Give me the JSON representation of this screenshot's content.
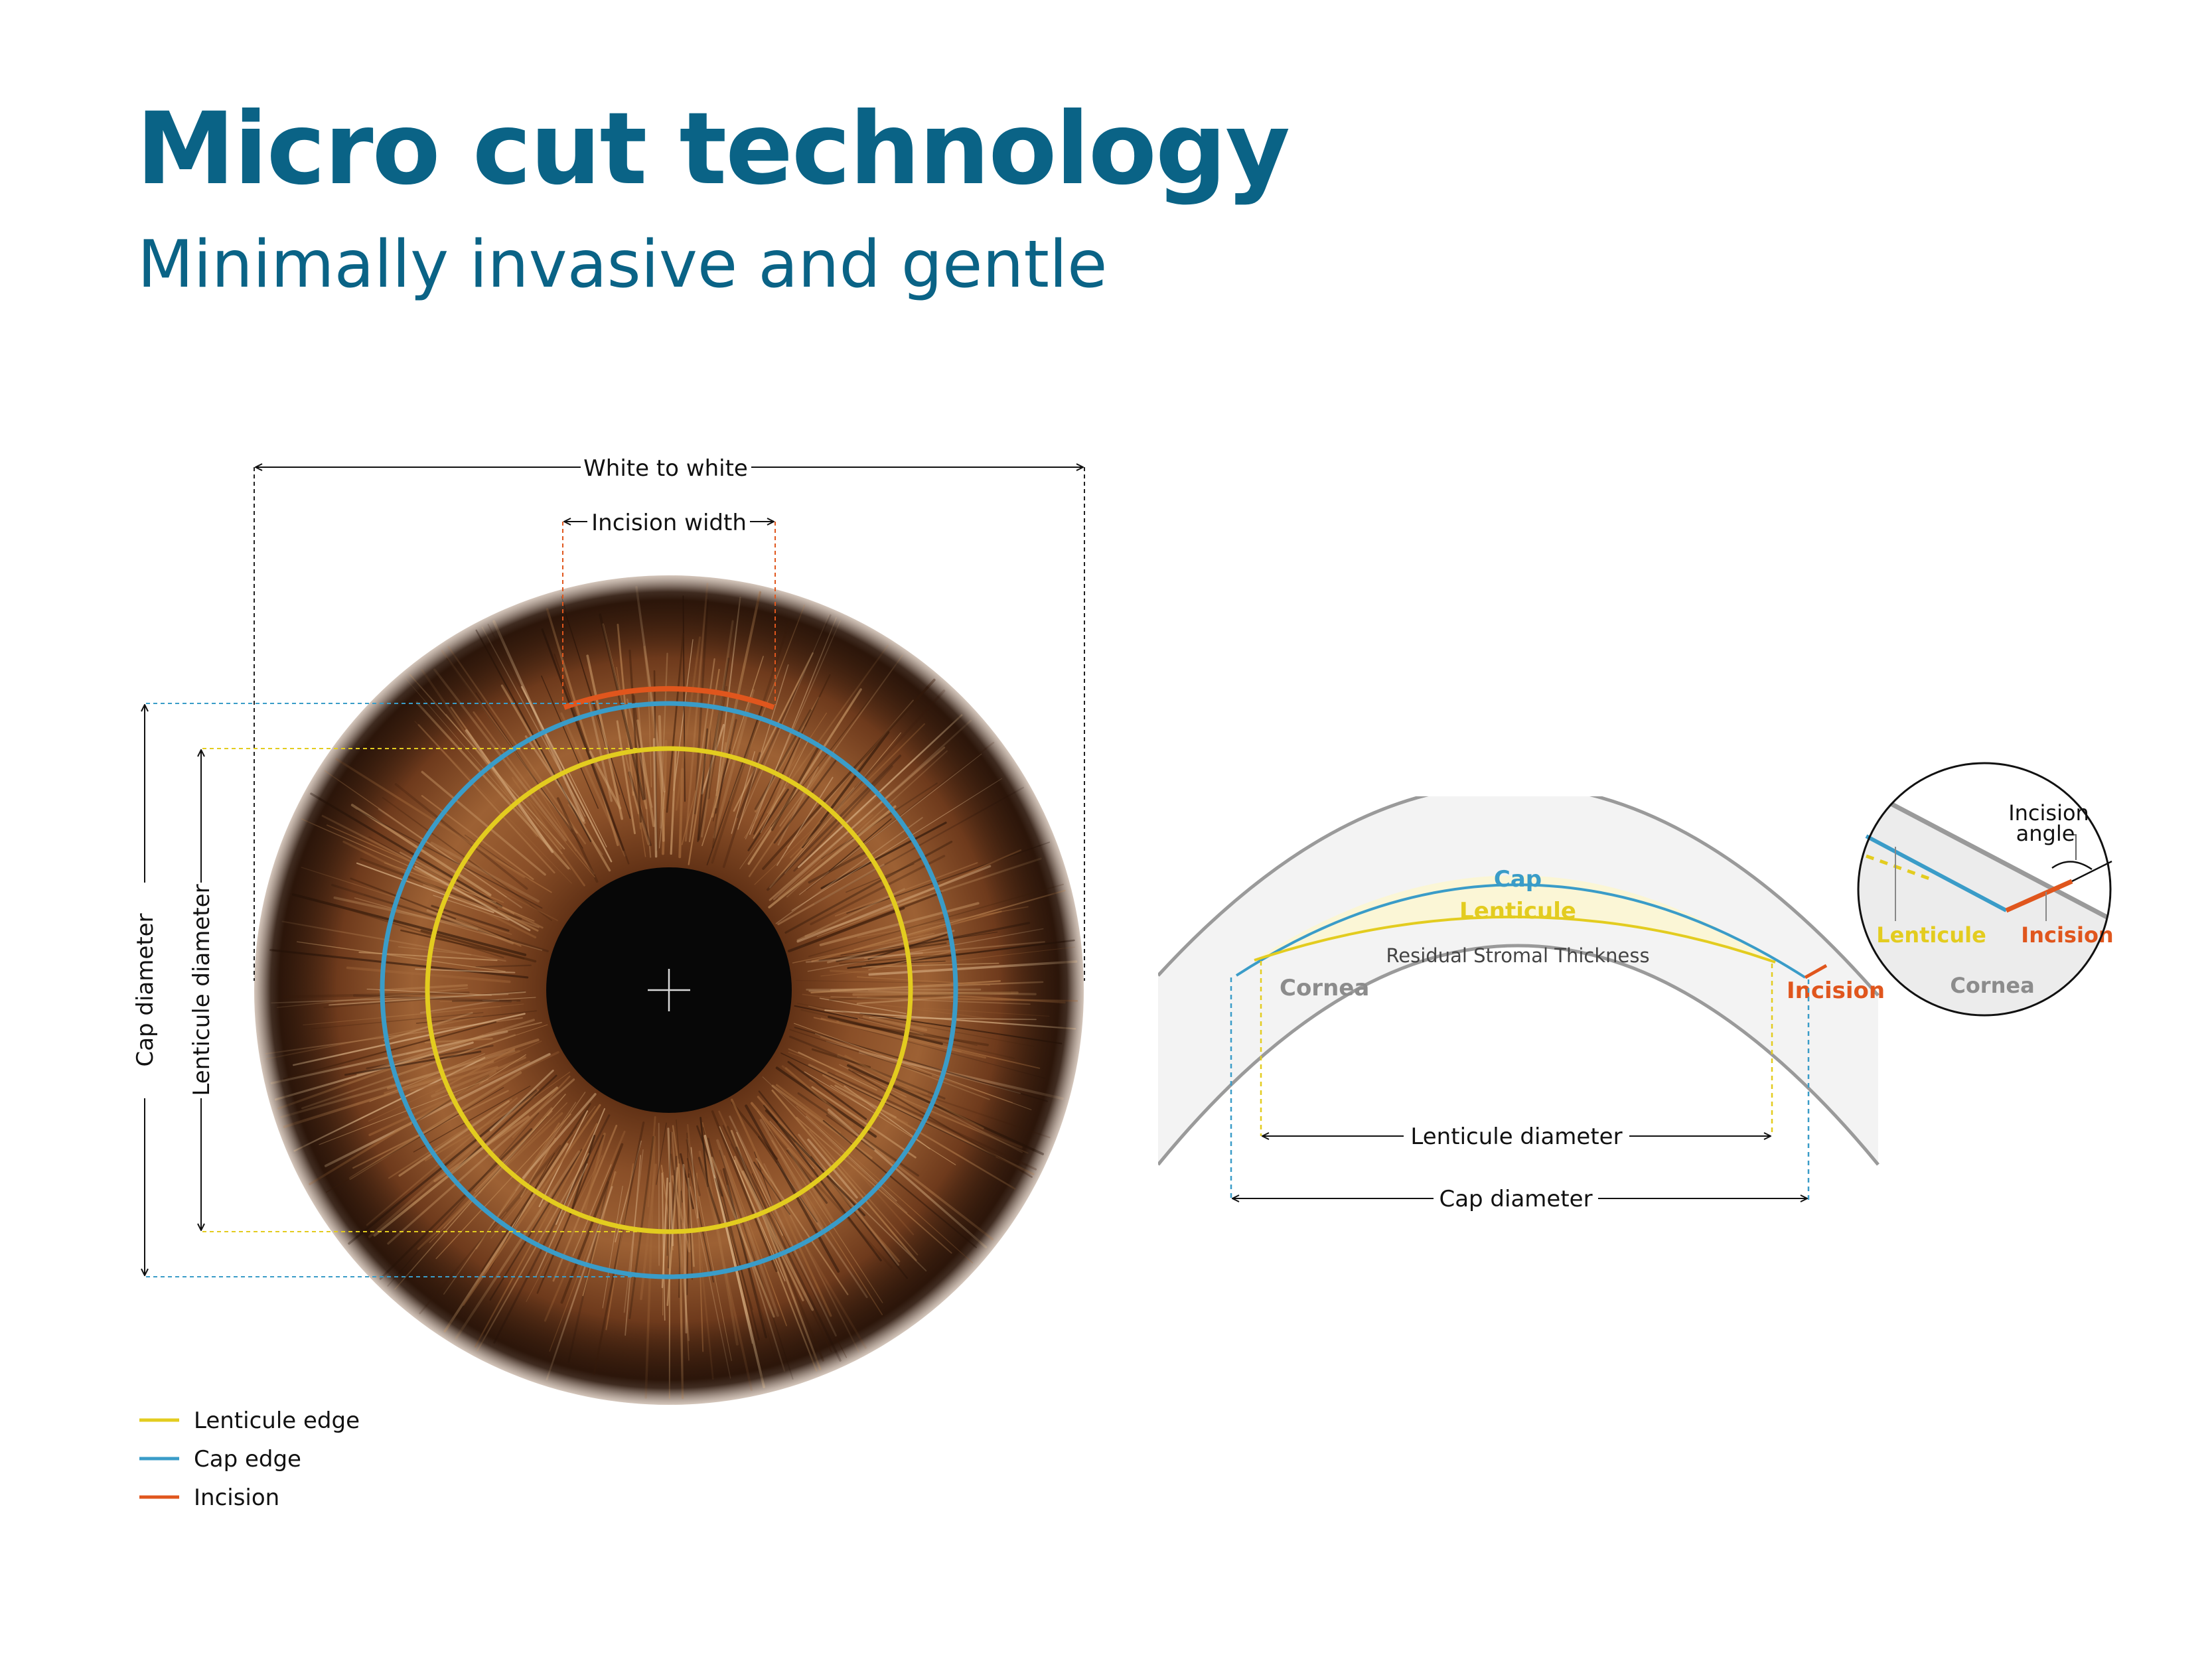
{
  "header": {
    "title": "Micro cut technology",
    "subtitle": "Minimally invasive and gentle"
  },
  "colors": {
    "title": "#0a6386",
    "lenticule_edge": "#e3cc1f",
    "cap_edge": "#3a9cc8",
    "incision": "#e0561d",
    "cornea_outline": "#9a9a9a",
    "cornea_fill": "#f3f3f3",
    "iris": "#7a4322",
    "pupil": "#070707"
  },
  "eye_diagram": {
    "white_to_white_label": "White to white",
    "incision_width_label": "Incision width",
    "cap_diameter_label": "Cap diameter",
    "lenticule_diameter_label": "Lenticule diameter"
  },
  "legend": {
    "items": [
      {
        "label": "Lenticule edge",
        "color": "#e3cc1f"
      },
      {
        "label": "Cap edge",
        "color": "#3a9cc8"
      },
      {
        "label": "Incision",
        "color": "#e0561d"
      }
    ]
  },
  "cross_section": {
    "cap_label": "Cap",
    "lenticule_label": "Lenticule",
    "residual_label": "Residual Stromal Thickness",
    "cornea_label": "Cornea",
    "incision_label": "Incision",
    "lenticule_diameter_label": "Lenticule diameter",
    "cap_diameter_label": "Cap diameter"
  },
  "detail_zoom": {
    "incision_angle_label_1": "Incision",
    "incision_angle_label_2": "angle",
    "lenticule_label": "Lenticule",
    "incision_label": "Incision",
    "cornea_label": "Cornea"
  }
}
